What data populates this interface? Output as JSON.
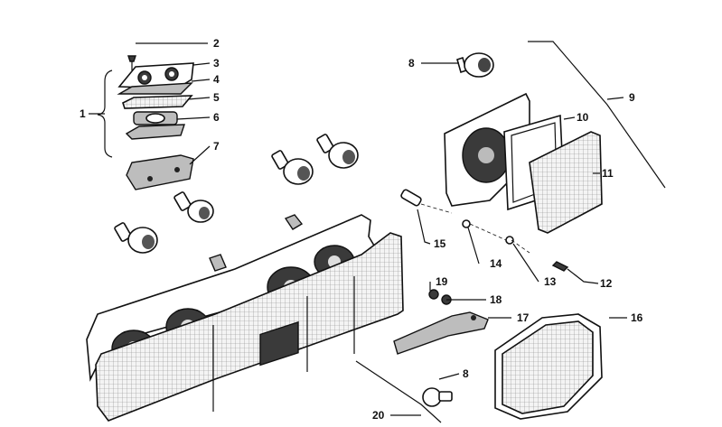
{
  "callouts": [
    {
      "id": "c1",
      "text": "1"
    },
    {
      "id": "c2",
      "text": "2"
    },
    {
      "id": "c3",
      "text": "3"
    },
    {
      "id": "c4",
      "text": "4"
    },
    {
      "id": "c5",
      "text": "5"
    },
    {
      "id": "c6",
      "text": "6"
    },
    {
      "id": "c7",
      "text": "7"
    },
    {
      "id": "c8a",
      "text": "8"
    },
    {
      "id": "c9",
      "text": "9"
    },
    {
      "id": "c10",
      "text": "10"
    },
    {
      "id": "c11",
      "text": "11"
    },
    {
      "id": "c12",
      "text": "12"
    },
    {
      "id": "c13",
      "text": "13"
    },
    {
      "id": "c14",
      "text": "14"
    },
    {
      "id": "c15",
      "text": "15"
    },
    {
      "id": "c16",
      "text": "16"
    },
    {
      "id": "c17",
      "text": "17"
    },
    {
      "id": "c18",
      "text": "18"
    },
    {
      "id": "c19",
      "text": "19"
    },
    {
      "id": "c8b",
      "text": "8"
    },
    {
      "id": "c20",
      "text": "20"
    }
  ]
}
